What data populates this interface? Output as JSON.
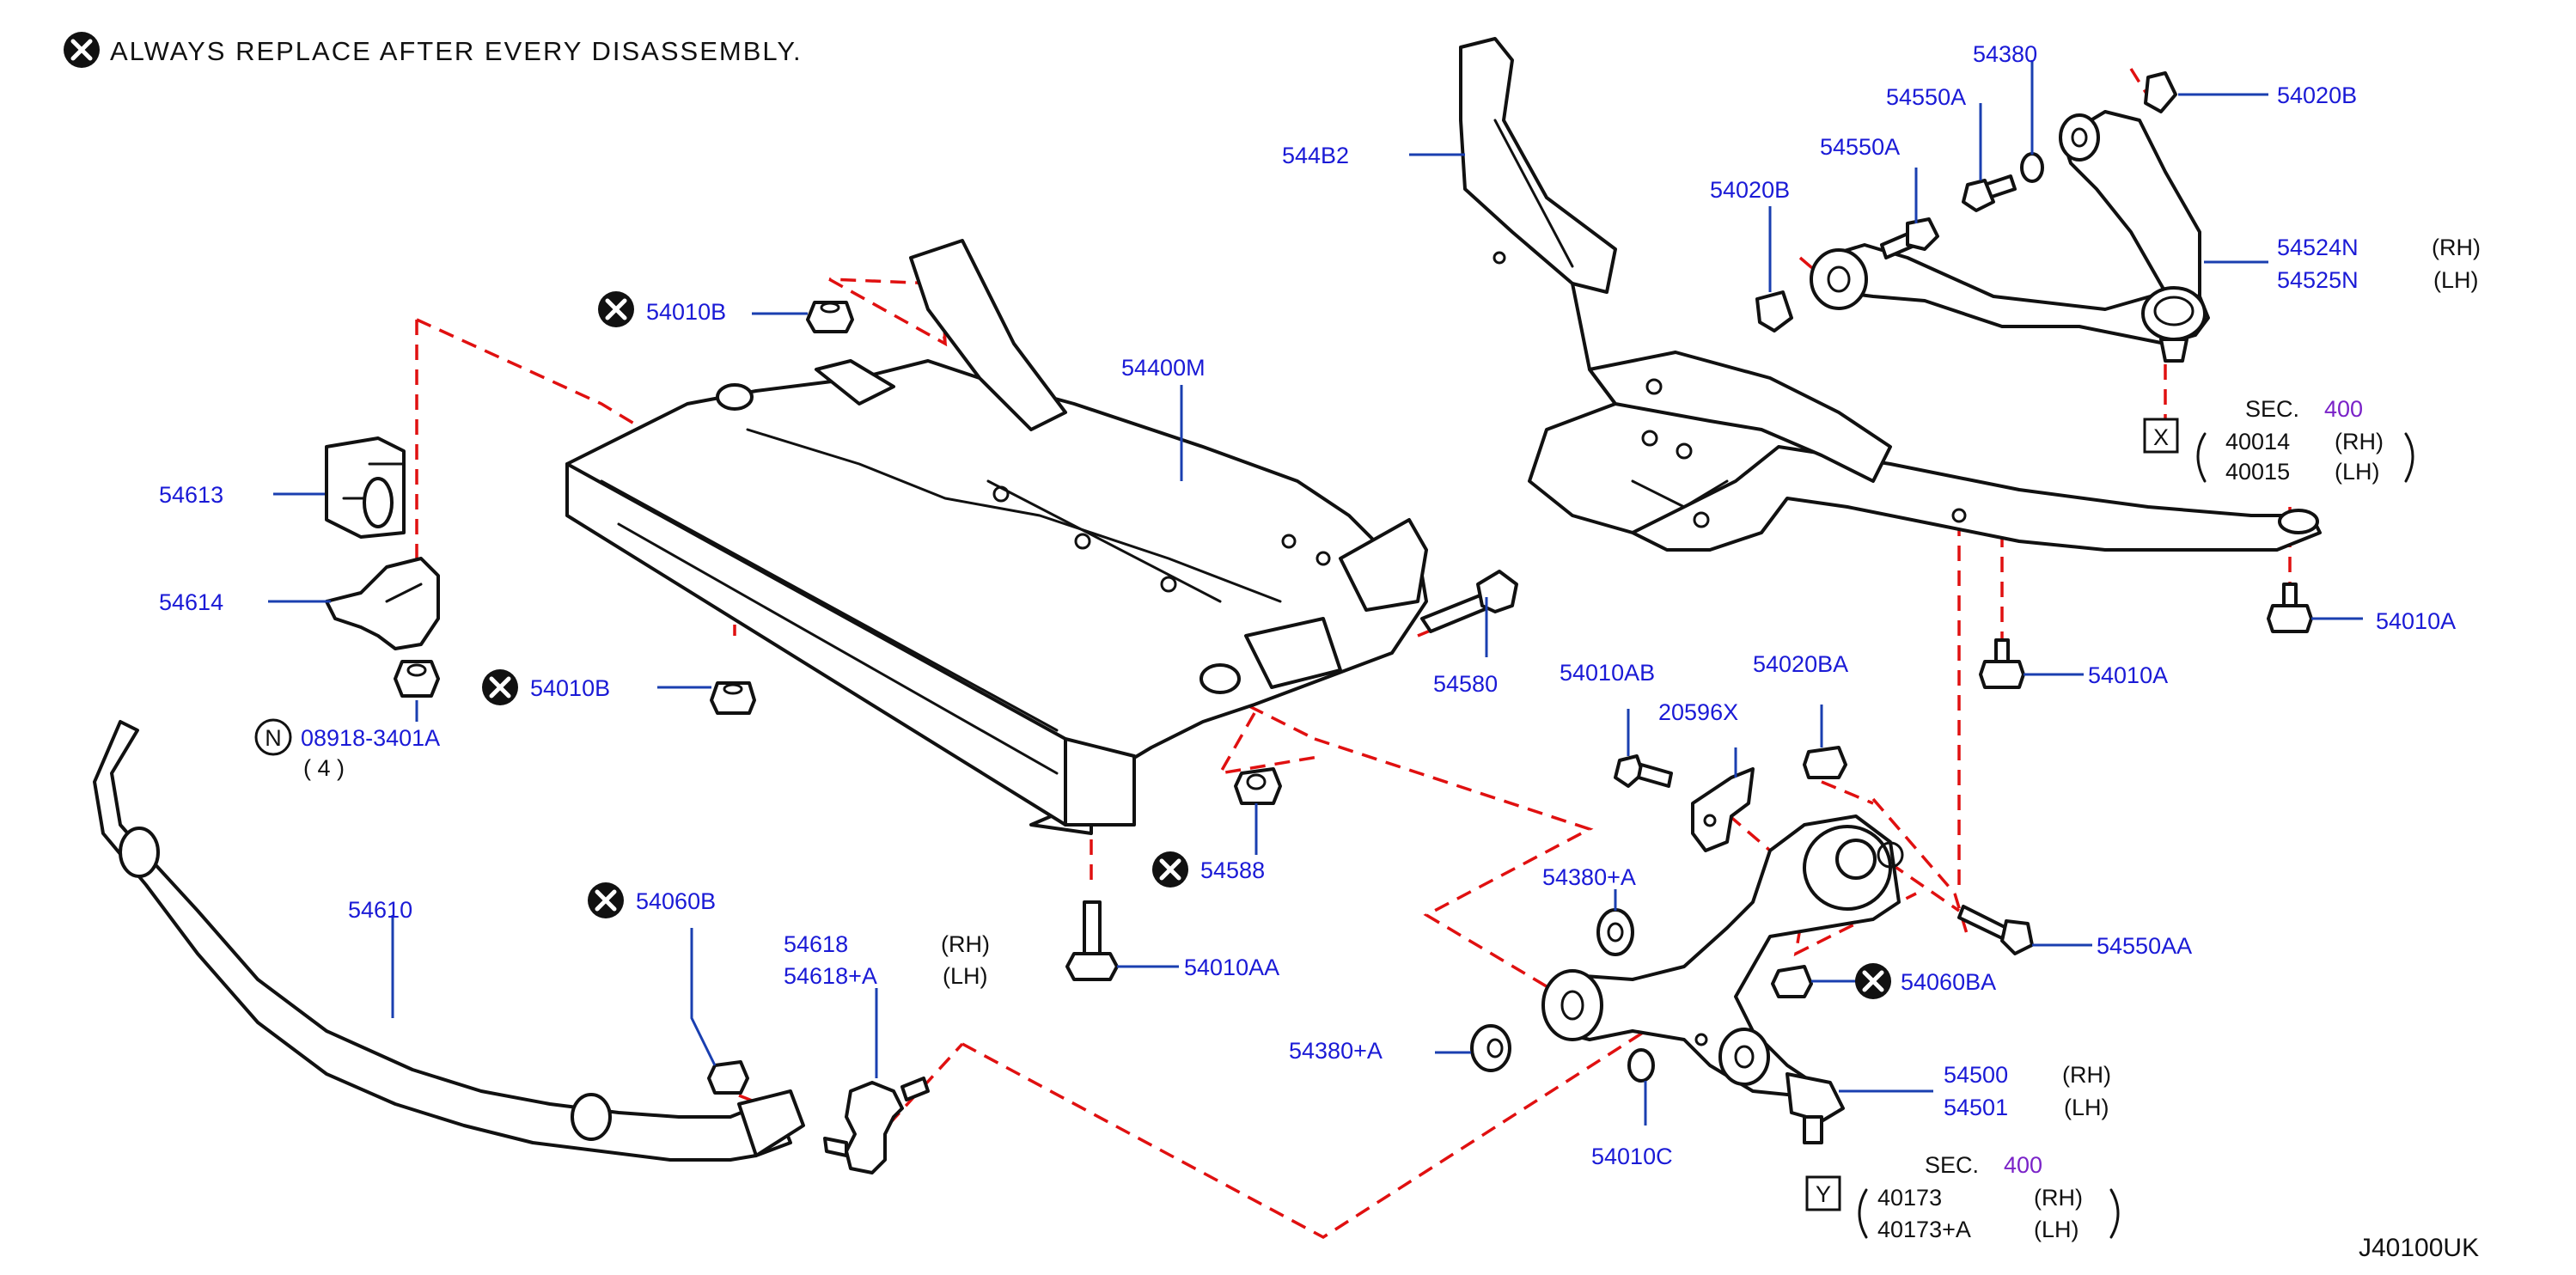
{
  "header": {
    "note": "ALWAYS REPLACE AFTER EVERY DISASSEMBLY.",
    "diagram_id": "J40100UK"
  },
  "colors": {
    "label": "#1a1ad6",
    "dashed_line": "#e01010",
    "section_number": "#7a22c8",
    "leader": "#1a3fb0"
  },
  "icons": {
    "replace_marker": "x-circle-icon",
    "n_marker": "n-circle-icon",
    "ref_box": "square-ref-icon"
  },
  "labels": {
    "p54613": "54613",
    "p54614": "54614",
    "p08918": "08918-3401A",
    "p08918_qty": "( 4 )",
    "p54010B_top": "54010B",
    "p54010B_mid": "54010B",
    "p54400M": "54400M",
    "p54588": "54588",
    "p54010AA": "54010AA",
    "p54610": "54610",
    "p54060B": "54060B",
    "p54618": "54618",
    "p54618_rh": "(RH)",
    "p54618A": "54618+A",
    "p54618A_lh": "(LH)",
    "p54580": "54580",
    "p544B2": "544B2",
    "p54380_top": "54380",
    "p54550A_1": "54550A",
    "p54550A_2": "54550A",
    "p54020B_left": "54020B",
    "p54020B_right": "54020B",
    "p54524N": "54524N",
    "p54524N_rh": "(RH)",
    "p54525N": "54525N",
    "p54525N_lh": "(LH)",
    "sec_x_title": "SEC.",
    "sec_x_num": "400",
    "sec_x_ref": "X",
    "p40014": "40014",
    "p40014_rh": "(RH)",
    "p40015": "40015",
    "p40015_lh": "(LH)",
    "p54010A_right": "54010A",
    "p54010A_mid": "54010A",
    "p54010AB": "54010AB",
    "p20596X": "20596X",
    "p54020BA": "54020BA",
    "p54380A_1": "54380+A",
    "p54380A_2": "54380+A",
    "p54550AA": "54550AA",
    "p54060BA": "54060BA",
    "p54500": "54500",
    "p54500_rh": "(RH)",
    "p54501": "54501",
    "p54501_lh": "(LH)",
    "p54010C": "54010C",
    "sec_y_title": "SEC.",
    "sec_y_num": "400",
    "sec_y_ref": "Y",
    "p40173": "40173",
    "p40173_rh": "(RH)",
    "p40173A": "40173+A",
    "p40173A_lh": "(LH)",
    "n_marker": "N"
  }
}
